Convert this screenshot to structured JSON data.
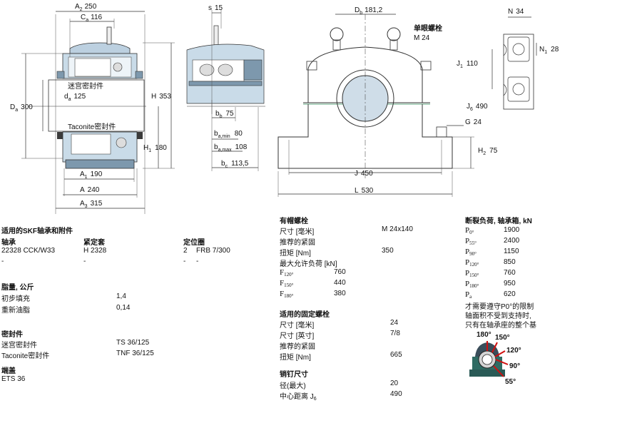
{
  "drawing": {
    "a2": "A",
    "a2_sub": "2",
    "a2_val": "250",
    "ca": "C",
    "ca_sub": "a",
    "ca_val": "116",
    "s": "s",
    "s_val": "15",
    "db": "D",
    "db_sub": "b",
    "db_val": "181,2",
    "single_bolt": "单眼螺栓",
    "m24": "M 24",
    "n": "N",
    "n_val": "34",
    "n1": "N",
    "n1_sub": "1",
    "n1_val": "28",
    "j1": "J",
    "j1_sub": "1",
    "j1_val": "110",
    "j6": "J",
    "j6_sub": "6",
    "j6_val": "490",
    "g": "G",
    "g_val": "24",
    "h2": "H",
    "h2_sub": "2",
    "h2_val": "75",
    "j": "J",
    "j_val": "450",
    "l": "L",
    "l_val": "530",
    "da_outer": "D",
    "da_outer_sub": "a",
    "da_outer_val": "300",
    "da_inner": "d",
    "da_inner_sub": "a",
    "da_inner_val": "125",
    "labyrinth": "迷宫密封件",
    "taconite": "Taconite密封件",
    "h": "H",
    "h_val": "353",
    "h1": "H",
    "h1_sub": "1",
    "h1_val": "180",
    "a1": "A",
    "a1_sub": "1",
    "a1_val": "190",
    "a": "A",
    "a_val": "240",
    "a3": "A",
    "a3_sub": "3",
    "a3_val": "315",
    "bb": "b",
    "bb_sub": "b",
    "bb_val": "75",
    "bamin": "b",
    "bamin_sub": "a,min",
    "bamin_val": "80",
    "bamax": "b",
    "bamax_sub": "a,max",
    "bamax_val": "108",
    "bc": "b",
    "bc_sub": "c",
    "bc_val": "113,5"
  },
  "bearing_section": {
    "title": "适用的SKF轴承和附件",
    "col_bearing": "轴承",
    "col_sleeve": "紧定套",
    "col_locating": "定位圈",
    "row1": {
      "bearing": "22328 CCK/W33",
      "sleeve": "H 2328",
      "qty": "2",
      "locating": "FRB 7/300"
    },
    "row2": {
      "bearing": "-",
      "sleeve": "-",
      "qty": "-",
      "locating": "-"
    }
  },
  "grease_section": {
    "title": "脂量, 公斤",
    "initial_label": "初步填充",
    "initial_val": "1,4",
    "relube_label": "重新油脂",
    "relube_val": "0,14"
  },
  "seal_section": {
    "title": "密封件",
    "lab_label": "迷宫密封件",
    "lab_val": "TS 36/125",
    "tac_label": "Taconite密封件",
    "tac_val": "TNF 36/125"
  },
  "endcover_section": {
    "title": "端盖",
    "val": "ETS 36"
  },
  "cap_bolt_section": {
    "title": "有帽螺栓",
    "size_label": "尺寸 [毫米]",
    "size_val": "M 24x140",
    "torque_rec": "推荐的紧固",
    "torque_label": "扭矩 [Nm]",
    "torque_val": "350",
    "maxload": "最大允许负荷 [kN]",
    "f120": "F",
    "f120_sub": "120°",
    "f120_val": "760",
    "f150": "F",
    "f150_sub": "150°",
    "f150_val": "440",
    "f180": "F",
    "f180_sub": "180°",
    "f180_val": "380"
  },
  "fixing_bolt_section": {
    "title": "适用的固定螺栓",
    "size_mm_label": "尺寸 [毫米]",
    "size_mm_val": "24",
    "size_in_label": "尺寸 [英寸]",
    "size_in_val": "7/8",
    "torque_rec": "推荐的紧固",
    "torque_label": "扭矩 [Nm]",
    "torque_val": "665"
  },
  "dowel_section": {
    "title": "销钉尺寸",
    "dia_label": "径(最大)",
    "dia_val": "20",
    "center_label": "中心距离 J",
    "center_sub": "6",
    "center_val": "490"
  },
  "breaking_section": {
    "title": "断裂负荷, 轴承箱, kN",
    "p0": "P",
    "p0_sub": "0°",
    "p0_val": "1900",
    "p55": "P",
    "p55_sub": "55°",
    "p55_val": "2400",
    "p90": "P",
    "p90_sub": "90°",
    "p90_val": "1150",
    "p120": "P",
    "p120_sub": "120°",
    "p120_val": "850",
    "p150": "P",
    "p150_sub": "150°",
    "p150_val": "760",
    "p180": "P",
    "p180_sub": "180°",
    "p180_val": "950",
    "pa": "P",
    "pa_sub": "a",
    "pa_val": "620",
    "note1": "才需要遵守P0°的限制",
    "note2": "轴面积不受到支持时,",
    "note3": "只有在轴承座的整个基",
    "angle180": "180°",
    "angle150": "150°",
    "angle120": "120°",
    "angle90": "90°",
    "angle55": "55°"
  }
}
